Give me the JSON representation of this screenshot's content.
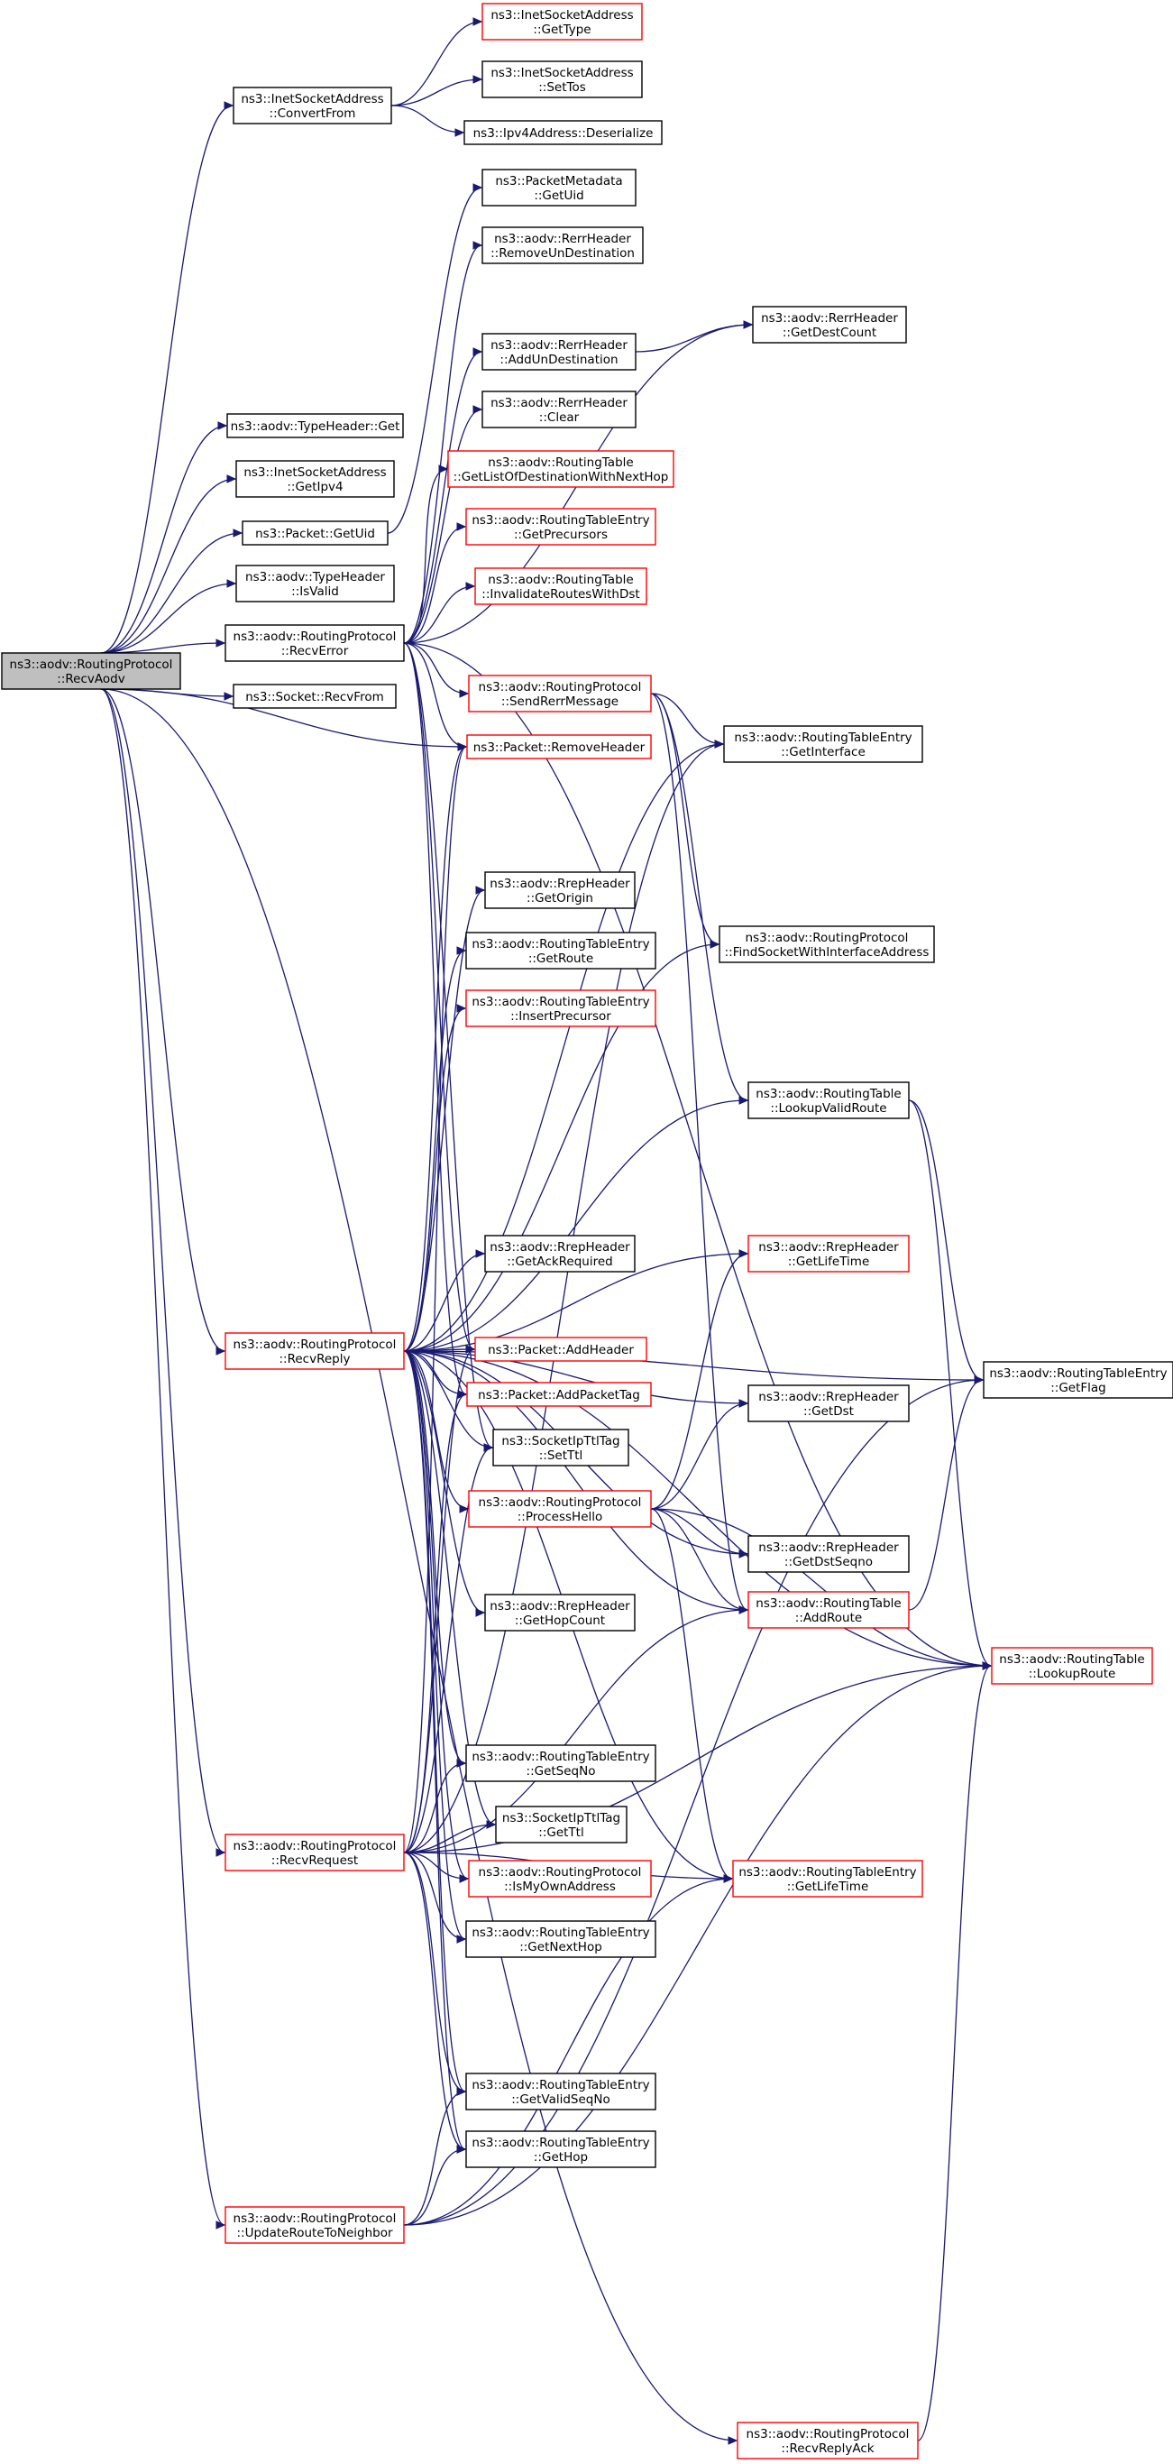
{
  "colors": {
    "edge": "#191970",
    "node_border_normal": "#000000",
    "node_border_truncated": "#ff0000",
    "node_fill": "#ffffff",
    "root_fill": "#bfbfbf"
  },
  "nodes": [
    {
      "id": "recvaodv",
      "lines": [
        "ns3::aodv::RoutingProtocol",
        "::RecvAodv"
      ],
      "style": "root"
    },
    {
      "id": "convertfrom",
      "lines": [
        "ns3::InetSocketAddress",
        "::ConvertFrom"
      ],
      "style": "normal"
    },
    {
      "id": "inet_gettype",
      "lines": [
        "ns3::InetSocketAddress",
        "::GetType"
      ],
      "style": "red"
    },
    {
      "id": "inet_settos",
      "lines": [
        "ns3::InetSocketAddress",
        "::SetTos"
      ],
      "style": "normal"
    },
    {
      "id": "ipv4_deser",
      "lines": [
        "ns3::Ipv4Address::Deserialize"
      ],
      "style": "normal"
    },
    {
      "id": "pm_getuid",
      "lines": [
        "ns3::PacketMetadata",
        "::GetUid"
      ],
      "style": "normal"
    },
    {
      "id": "rerr_removeun",
      "lines": [
        "ns3::aodv::RerrHeader",
        "::RemoveUnDestination"
      ],
      "style": "normal"
    },
    {
      "id": "rerr_getdestcount",
      "lines": [
        "ns3::aodv::RerrHeader",
        "::GetDestCount"
      ],
      "style": "normal"
    },
    {
      "id": "rerr_addun",
      "lines": [
        "ns3::aodv::RerrHeader",
        "::AddUnDestination"
      ],
      "style": "normal"
    },
    {
      "id": "rerr_clear",
      "lines": [
        "ns3::aodv::RerrHeader",
        "::Clear"
      ],
      "style": "normal"
    },
    {
      "id": "typeheader_get",
      "lines": [
        "ns3::aodv::TypeHeader::Get"
      ],
      "style": "normal"
    },
    {
      "id": "rt_getlistdest",
      "lines": [
        "ns3::aodv::RoutingTable",
        "::GetListOfDestinationWithNextHop"
      ],
      "style": "red"
    },
    {
      "id": "inet_getipv4",
      "lines": [
        "ns3::InetSocketAddress",
        "::GetIpv4"
      ],
      "style": "normal"
    },
    {
      "id": "rte_getprecursors",
      "lines": [
        "ns3::aodv::RoutingTableEntry",
        "::GetPrecursors"
      ],
      "style": "red"
    },
    {
      "id": "packet_getuid",
      "lines": [
        "ns3::Packet::GetUid"
      ],
      "style": "normal"
    },
    {
      "id": "rt_invalidate",
      "lines": [
        "ns3::aodv::RoutingTable",
        "::InvalidateRoutesWithDst"
      ],
      "style": "red"
    },
    {
      "id": "typeheader_isvalid",
      "lines": [
        "ns3::aodv::TypeHeader",
        "::IsValid"
      ],
      "style": "normal"
    },
    {
      "id": "recverror",
      "lines": [
        "ns3::aodv::RoutingProtocol",
        "::RecvError"
      ],
      "style": "normal"
    },
    {
      "id": "socket_recvfrom",
      "lines": [
        "ns3::Socket::RecvFrom"
      ],
      "style": "normal"
    },
    {
      "id": "sendrerrmsg",
      "lines": [
        "ns3::aodv::RoutingProtocol",
        "::SendRerrMessage"
      ],
      "style": "red"
    },
    {
      "id": "rte_getinterface",
      "lines": [
        "ns3::aodv::RoutingTableEntry",
        "::GetInterface"
      ],
      "style": "normal"
    },
    {
      "id": "packet_removeheader",
      "lines": [
        "ns3::Packet::RemoveHeader"
      ],
      "style": "red"
    },
    {
      "id": "rrep_getorigin",
      "lines": [
        "ns3::aodv::RrepHeader",
        "::GetOrigin"
      ],
      "style": "normal"
    },
    {
      "id": "findsocket",
      "lines": [
        "ns3::aodv::RoutingProtocol",
        "::FindSocketWithInterfaceAddress"
      ],
      "style": "normal"
    },
    {
      "id": "rte_getroute",
      "lines": [
        "ns3::aodv::RoutingTableEntry",
        "::GetRoute"
      ],
      "style": "normal"
    },
    {
      "id": "rte_insertprecursor",
      "lines": [
        "ns3::aodv::RoutingTableEntry",
        "::InsertPrecursor"
      ],
      "style": "red"
    },
    {
      "id": "rt_lookupvalid",
      "lines": [
        "ns3::aodv::RoutingTable",
        "::LookupValidRoute"
      ],
      "style": "normal"
    },
    {
      "id": "rrep_getackrequired",
      "lines": [
        "ns3::aodv::RrepHeader",
        "::GetAckRequired"
      ],
      "style": "normal"
    },
    {
      "id": "rrep_getlifetime",
      "lines": [
        "ns3::aodv::RrepHeader",
        "::GetLifeTime"
      ],
      "style": "red"
    },
    {
      "id": "recvreply",
      "lines": [
        "ns3::aodv::RoutingProtocol",
        "::RecvReply"
      ],
      "style": "red"
    },
    {
      "id": "packet_addheader",
      "lines": [
        "ns3::Packet::AddHeader"
      ],
      "style": "red"
    },
    {
      "id": "rte_getflag",
      "lines": [
        "ns3::aodv::RoutingTableEntry",
        "::GetFlag"
      ],
      "style": "normal"
    },
    {
      "id": "rrep_getdst",
      "lines": [
        "ns3::aodv::RrepHeader",
        "::GetDst"
      ],
      "style": "normal"
    },
    {
      "id": "packet_addpackettag",
      "lines": [
        "ns3::Packet::AddPacketTag"
      ],
      "style": "red"
    },
    {
      "id": "socketipttl_setttl",
      "lines": [
        "ns3::SocketIpTtlTag",
        "::SetTtl"
      ],
      "style": "normal"
    },
    {
      "id": "processhello",
      "lines": [
        "ns3::aodv::RoutingProtocol",
        "::ProcessHello"
      ],
      "style": "red"
    },
    {
      "id": "rrep_getdstseqno",
      "lines": [
        "ns3::aodv::RrepHeader",
        "::GetDstSeqno"
      ],
      "style": "normal"
    },
    {
      "id": "rt_addroute",
      "lines": [
        "ns3::aodv::RoutingTable",
        "::AddRoute"
      ],
      "style": "red"
    },
    {
      "id": "rrep_gethopcount",
      "lines": [
        "ns3::aodv::RrepHeader",
        "::GetHopCount"
      ],
      "style": "normal"
    },
    {
      "id": "rt_lookuproute",
      "lines": [
        "ns3::aodv::RoutingTable",
        "::LookupRoute"
      ],
      "style": "red"
    },
    {
      "id": "rte_getseqno",
      "lines": [
        "ns3::aodv::RoutingTableEntry",
        "::GetSeqNo"
      ],
      "style": "normal"
    },
    {
      "id": "socketipttl_getttl",
      "lines": [
        "ns3::SocketIpTtlTag",
        "::GetTtl"
      ],
      "style": "normal"
    },
    {
      "id": "recvrequest",
      "lines": [
        "ns3::aodv::RoutingProtocol",
        "::RecvRequest"
      ],
      "style": "red"
    },
    {
      "id": "ismyownaddress",
      "lines": [
        "ns3::aodv::RoutingProtocol",
        "::IsMyOwnAddress"
      ],
      "style": "red"
    },
    {
      "id": "rte_getlifetime",
      "lines": [
        "ns3::aodv::RoutingTableEntry",
        "::GetLifeTime"
      ],
      "style": "red"
    },
    {
      "id": "rte_getnexthop",
      "lines": [
        "ns3::aodv::RoutingTableEntry",
        "::GetNextHop"
      ],
      "style": "normal"
    },
    {
      "id": "rte_getvalidseqno",
      "lines": [
        "ns3::aodv::RoutingTableEntry",
        "::GetValidSeqNo"
      ],
      "style": "normal"
    },
    {
      "id": "rte_gethop",
      "lines": [
        "ns3::aodv::RoutingTableEntry",
        "::GetHop"
      ],
      "style": "normal"
    },
    {
      "id": "updateroute",
      "lines": [
        "ns3::aodv::RoutingProtocol",
        "::UpdateRouteToNeighbor"
      ],
      "style": "red"
    },
    {
      "id": "recvreplyack",
      "lines": [
        "ns3::aodv::RoutingProtocol",
        "::RecvReplyAck"
      ],
      "style": "red"
    }
  ],
  "edges": [
    [
      "recvaodv",
      "convertfrom"
    ],
    [
      "recvaodv",
      "typeheader_get"
    ],
    [
      "recvaodv",
      "inet_getipv4"
    ],
    [
      "recvaodv",
      "packet_getuid"
    ],
    [
      "recvaodv",
      "typeheader_isvalid"
    ],
    [
      "recvaodv",
      "recverror"
    ],
    [
      "recvaodv",
      "socket_recvfrom"
    ],
    [
      "recvaodv",
      "packet_removeheader"
    ],
    [
      "recvaodv",
      "recvreply"
    ],
    [
      "recvaodv",
      "recvrequest"
    ],
    [
      "recvaodv",
      "updateroute"
    ],
    [
      "recvaodv",
      "recvreplyack"
    ],
    [
      "convertfrom",
      "inet_gettype"
    ],
    [
      "convertfrom",
      "inet_settos"
    ],
    [
      "convertfrom",
      "ipv4_deser"
    ],
    [
      "packet_getuid",
      "pm_getuid"
    ],
    [
      "recverror",
      "rerr_removeun"
    ],
    [
      "recverror",
      "rerr_getdestcount"
    ],
    [
      "recverror",
      "rerr_addun"
    ],
    [
      "recverror",
      "rerr_clear"
    ],
    [
      "recverror",
      "rt_getlistdest"
    ],
    [
      "recverror",
      "rte_getprecursors"
    ],
    [
      "recverror",
      "rt_invalidate"
    ],
    [
      "recverror",
      "sendrerrmsg"
    ],
    [
      "recverror",
      "packet_removeheader"
    ],
    [
      "recverror",
      "rt_lookuproute"
    ],
    [
      "recverror",
      "packet_addheader"
    ],
    [
      "recverror",
      "packet_addpackettag"
    ],
    [
      "recverror",
      "socketipttl_setttl"
    ],
    [
      "rerr_addun",
      "rerr_getdestcount"
    ],
    [
      "sendrerrmsg",
      "rte_getinterface"
    ],
    [
      "sendrerrmsg",
      "findsocket"
    ],
    [
      "sendrerrmsg",
      "rt_lookupvalid"
    ],
    [
      "sendrerrmsg",
      "rt_addroute"
    ],
    [
      "rt_lookupvalid",
      "rte_getflag"
    ],
    [
      "rt_lookupvalid",
      "rt_lookuproute"
    ],
    [
      "recvreply",
      "packet_removeheader"
    ],
    [
      "recvreply",
      "rte_getinterface"
    ],
    [
      "recvreply",
      "rrep_getorigin"
    ],
    [
      "recvreply",
      "rte_getroute"
    ],
    [
      "recvreply",
      "rte_insertprecursor"
    ],
    [
      "recvreply",
      "findsocket"
    ],
    [
      "recvreply",
      "rt_lookupvalid"
    ],
    [
      "recvreply",
      "rte_getflag"
    ],
    [
      "recvreply",
      "rrep_getackrequired"
    ],
    [
      "recvreply",
      "rrep_getlifetime"
    ],
    [
      "recvreply",
      "packet_addheader"
    ],
    [
      "recvreply",
      "rrep_getdst"
    ],
    [
      "recvreply",
      "packet_addpackettag"
    ],
    [
      "recvreply",
      "socketipttl_setttl"
    ],
    [
      "recvreply",
      "processhello"
    ],
    [
      "recvreply",
      "rrep_getdstseqno"
    ],
    [
      "recvreply",
      "rt_addroute"
    ],
    [
      "recvreply",
      "rrep_gethopcount"
    ],
    [
      "recvreply",
      "rt_lookuproute"
    ],
    [
      "recvreply",
      "rte_getseqno"
    ],
    [
      "recvreply",
      "socketipttl_getttl"
    ],
    [
      "recvreply",
      "ismyownaddress"
    ],
    [
      "recvreply",
      "rte_getlifetime"
    ],
    [
      "recvreply",
      "rte_getnexthop"
    ],
    [
      "recvreply",
      "rte_getvalidseqno"
    ],
    [
      "recvreply",
      "rte_gethop"
    ],
    [
      "processhello",
      "rrep_getlifetime"
    ],
    [
      "processhello",
      "rrep_getdst"
    ],
    [
      "processhello",
      "rrep_getdstseqno"
    ],
    [
      "processhello",
      "rt_addroute"
    ],
    [
      "processhello",
      "rt_lookuproute"
    ],
    [
      "processhello",
      "rte_getlifetime"
    ],
    [
      "rt_addroute",
      "rte_getflag"
    ],
    [
      "recvrequest",
      "packet_removeheader"
    ],
    [
      "recvrequest",
      "rte_getinterface"
    ],
    [
      "recvrequest",
      "packet_addheader"
    ],
    [
      "recvrequest",
      "packet_addpackettag"
    ],
    [
      "recvrequest",
      "socketipttl_setttl"
    ],
    [
      "recvrequest",
      "rte_getseqno"
    ],
    [
      "recvrequest",
      "socketipttl_getttl"
    ],
    [
      "recvrequest",
      "ismyownaddress"
    ],
    [
      "recvrequest",
      "rte_getnexthop"
    ],
    [
      "recvrequest",
      "rt_addroute"
    ],
    [
      "recvrequest",
      "rte_getlifetime"
    ],
    [
      "recvrequest",
      "rte_getvalidseqno"
    ],
    [
      "recvrequest",
      "rte_gethop"
    ],
    [
      "recvrequest",
      "rt_lookuproute"
    ],
    [
      "updateroute",
      "rte_getvalidseqno"
    ],
    [
      "updateroute",
      "rte_gethop"
    ],
    [
      "updateroute",
      "rte_getflag"
    ],
    [
      "updateroute",
      "rt_lookuproute"
    ],
    [
      "updateroute",
      "rte_getlifetime"
    ],
    [
      "recvreplyack",
      "rt_lookuproute"
    ]
  ]
}
